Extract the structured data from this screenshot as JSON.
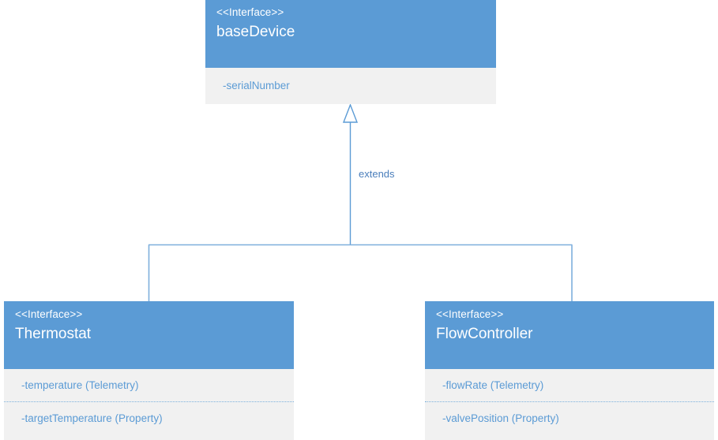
{
  "diagram": {
    "type": "uml-class-diagram",
    "background": "#ffffff",
    "colors": {
      "header_fill": "#5b9bd5",
      "body_fill": "#f1f1f1",
      "header_text": "#ffffff",
      "attribute_text": "#5b9bd5",
      "connector_line": "#5b9bd5",
      "edge_label_text": "#4a7ebb",
      "separator": "#7ab0dd"
    },
    "classes": [
      {
        "id": "baseDevice",
        "stereotype": "<<Interface>>",
        "name": "baseDevice",
        "attributes": [
          {
            "text": "-serialNumber"
          }
        ]
      },
      {
        "id": "Thermostat",
        "stereotype": "<<Interface>>",
        "name": "Thermostat",
        "attributes": [
          {
            "text": "-temperature (Telemetry)"
          },
          {
            "text": "-targetTemperature (Property)"
          }
        ]
      },
      {
        "id": "FlowController",
        "stereotype": "<<Interface>>",
        "name": "FlowController",
        "attributes": [
          {
            "text": "-flowRate (Telemetry)"
          },
          {
            "text": "-valvePosition (Property)"
          }
        ]
      }
    ],
    "relationships": [
      {
        "id": "extends-generalization",
        "kind": "generalization",
        "label": "extends",
        "arrow": "hollow-triangle",
        "from": [
          "Thermostat",
          "FlowController"
        ],
        "to": "baseDevice"
      }
    ]
  }
}
